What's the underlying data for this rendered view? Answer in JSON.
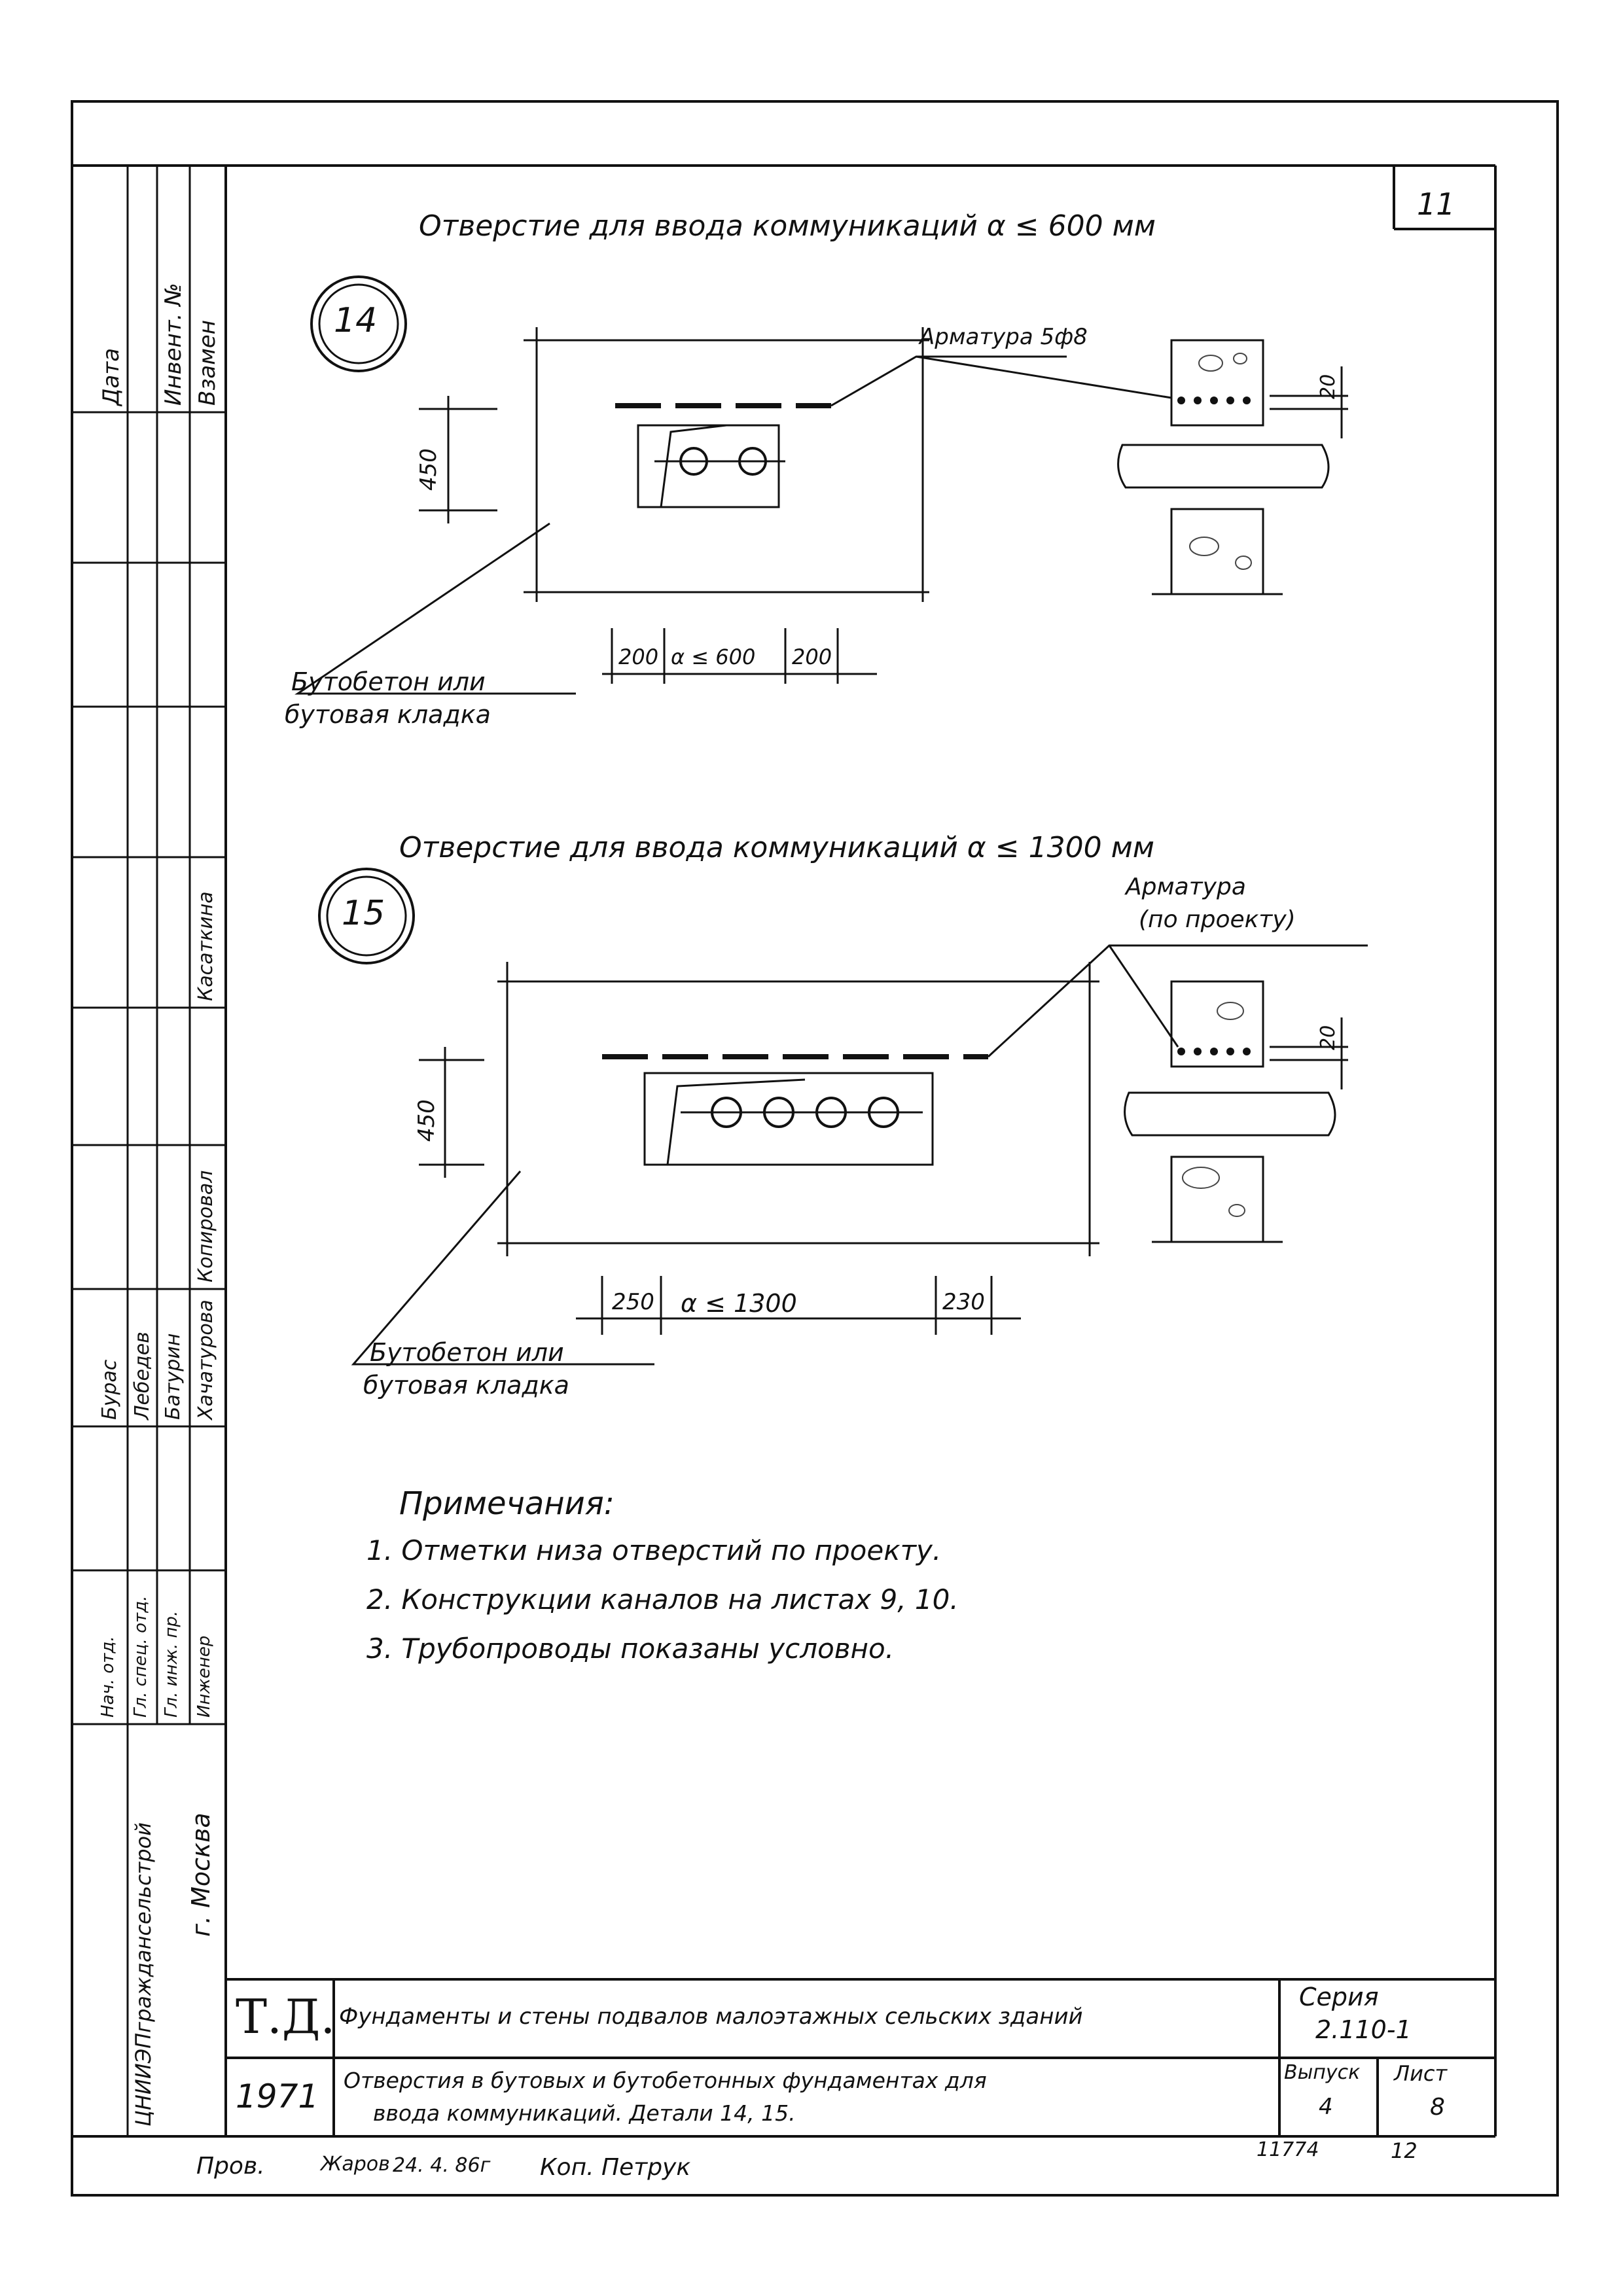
{
  "sheet_number": "11",
  "detail14": {
    "title": "Отверстие для ввода коммуникаций α ≤ 600 мм",
    "number": "14",
    "rebar_label": "Арматура 5ф8",
    "dim_height": "450",
    "dim_left": "200",
    "dim_middle": "α ≤ 600",
    "dim_right": "200",
    "dim_side": "20",
    "material_line1": "Бутобетон или",
    "material_line2": "бутовая кладка"
  },
  "detail15": {
    "title": "Отверстие для ввода коммуникаций α ≤ 1300 мм",
    "number": "15",
    "rebar_label_line1": "Арматура",
    "rebar_label_line2": "(по проекту)",
    "dim_height": "450",
    "dim_left": "250",
    "dim_middle": "α ≤ 1300",
    "dim_right": "230",
    "dim_side": "20",
    "material_line1": "Бутобетон или",
    "material_line2": "бутовая кладка"
  },
  "notes": {
    "heading": "Примечания:",
    "items": [
      "1. Отметки низа отверстий по проекту.",
      "2. Конструкции каналов на листах 9, 10.",
      "3. Трубопроводы показаны условно."
    ]
  },
  "side_stamp": {
    "top_labels": [
      "Дата",
      "Инвент. №",
      "Взамен"
    ],
    "copier_label": "Копировал",
    "copier_name": "Касаткина",
    "people": [
      "Бурас",
      "Лебедев",
      "Батурин",
      "Хачатурова"
    ],
    "roles": [
      "Нач. отд.",
      "Гл. спец. отд.",
      "Гл. инж. пр.",
      "Инженер"
    ],
    "org": "ЦНИИЭПграждансельстрой",
    "city": "г. Москва"
  },
  "title_block": {
    "td_mark": "Т.Д.",
    "year": "1971",
    "subject": "Фундаменты и стены подвалов малоэтажных сельских зданий",
    "description_line1": "Отверстия в бутовых и бутобетонных фундаментах для",
    "description_line2": "ввода коммуникаций. Детали 14, 15.",
    "series_label": "Серия",
    "series_value": "2.110-1",
    "issue_label": "Выпуск",
    "issue_value": "4",
    "sheet_label": "Лист",
    "sheet_value": "8",
    "bottom_code": "11774",
    "bottom_page": "12"
  },
  "footer": {
    "checked_label": "Пров.",
    "signature": "Жаров",
    "date": "24. 4. 86г",
    "copy_label": "Коп. Петрук"
  }
}
